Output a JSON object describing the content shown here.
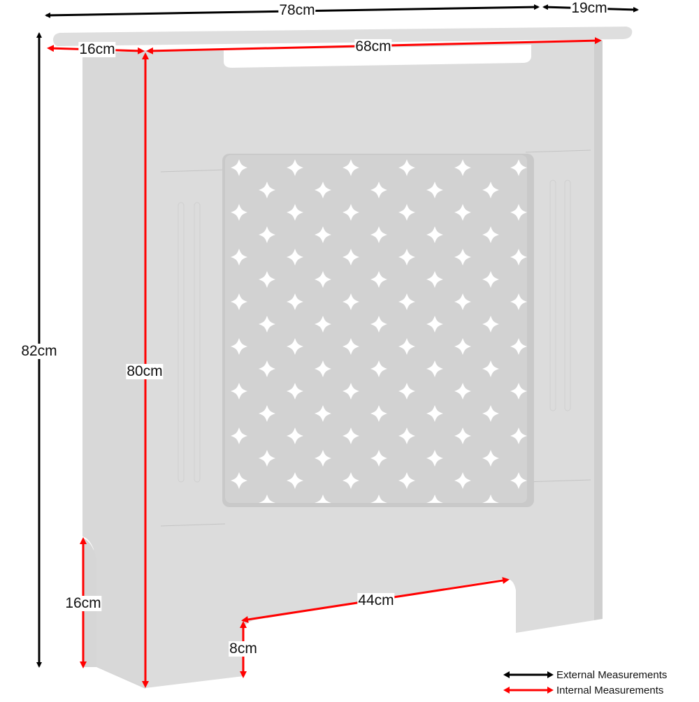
{
  "diagram": {
    "subject": "Radiator cover with cross-pattern grille",
    "colors": {
      "external": "#000000",
      "internal": "#ff0000",
      "cabinet": "#dcdcdc",
      "cabinet_shadow": "#cfcfcf",
      "grille": "#d2d2d2",
      "background": "#ffffff"
    },
    "external_measurements": {
      "width": "78cm",
      "depth": "19cm",
      "height": "82cm"
    },
    "internal_measurements": {
      "side_depth": "16cm",
      "inner_width": "68cm",
      "inner_height": "80cm",
      "foot_height": "16cm",
      "bottom_opening_width": "44cm",
      "bottom_opening_height": "8cm"
    },
    "legend": {
      "external_label": "External Measurements",
      "internal_label": "Internal Measurements"
    }
  }
}
